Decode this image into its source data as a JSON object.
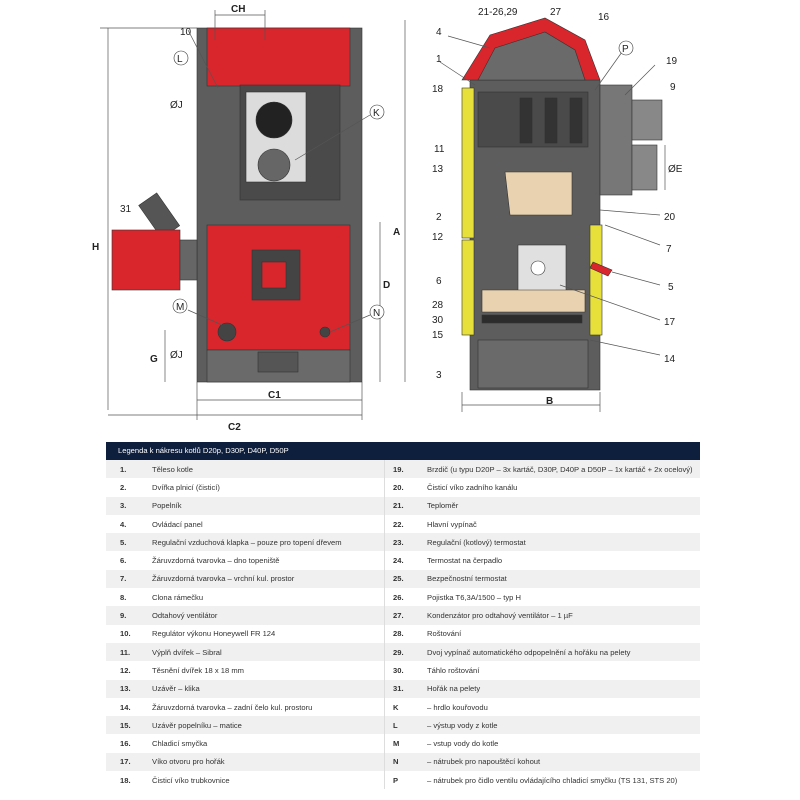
{
  "drawing": {
    "front_labels": {
      "CH": "CH",
      "n10": "10",
      "L": "L",
      "J_top": "ØJ",
      "K": "K",
      "H": "H",
      "A": "A",
      "D": "D",
      "n31": "31",
      "M": "M",
      "N": "N",
      "G": "G",
      "J_bottom": "ØJ",
      "C1": "C1",
      "C2": "C2"
    },
    "side_labels": {
      "n21_26_29": "21-26,29",
      "n27": "27",
      "n16": "16",
      "n4": "4",
      "P": "P",
      "n1": "1",
      "n19": "19",
      "n9": "9",
      "n18": "18",
      "n11": "11",
      "E": "ØE",
      "n13": "13",
      "n20": "20",
      "n2": "2",
      "n12": "12",
      "n7": "7",
      "n5": "5",
      "n6": "6",
      "n28": "28",
      "n17": "17",
      "n30": "30",
      "n15": "15",
      "n14": "14",
      "n3": "3",
      "B": "B"
    },
    "colors": {
      "red": "#d9262c",
      "gray": "#5d5d5d",
      "dark": "#3b3b3b",
      "yellow": "#e8e03a",
      "fireclay": "#e8d2b0"
    }
  },
  "legend": {
    "title": "Legenda k nákresu kotlů D20p, D30P, D40P, D50P",
    "rows": [
      {
        "n1": "1.",
        "t1": "Těleso kotle",
        "n2": "19.",
        "t2": "Brzdič (u typu D20P – 3x kartáč, D30P, D40P a D50P – 1x kartáč + 2x ocelový)"
      },
      {
        "n1": "2.",
        "t1": "Dvířka plnicí (čisticí)",
        "n2": "20.",
        "t2": "Čisticí víko zadního kanálu"
      },
      {
        "n1": "3.",
        "t1": "Popelník",
        "n2": "21.",
        "t2": "Teploměr"
      },
      {
        "n1": "4.",
        "t1": "Ovládací panel",
        "n2": "22.",
        "t2": "Hlavní vypínač"
      },
      {
        "n1": "5.",
        "t1": "Regulační vzduchová klapka – pouze pro topení dřevem",
        "n2": "23.",
        "t2": "Regulační (kotlový) termostat"
      },
      {
        "n1": "6.",
        "t1": "Žáruvzdorná tvarovka – dno topeniště",
        "n2": "24.",
        "t2": "Termostat na čerpadlo"
      },
      {
        "n1": "7.",
        "t1": "Žáruvzdorná tvarovka – vrchní kul. prostor",
        "n2": "25.",
        "t2": "Bezpečnostní termostat"
      },
      {
        "n1": "8.",
        "t1": "Clona rámečku",
        "n2": "26.",
        "t2": "Pojistka T6,3A/1500 – typ H"
      },
      {
        "n1": "9.",
        "t1": "Odtahový ventilátor",
        "n2": "27.",
        "t2": "Kondenzátor pro odtahový ventilátor – 1 µF"
      },
      {
        "n1": "10.",
        "t1": "Regulátor výkonu Honeywell FR 124",
        "n2": "28.",
        "t2": "Roštování"
      },
      {
        "n1": "11.",
        "t1": "Výplň dvířek – Sibral",
        "n2": "29.",
        "t2": "Dvoj vypínač automatického odpopelnění a hořáku na pelety"
      },
      {
        "n1": "12.",
        "t1": "Těsnění dvířek 18 x 18 mm",
        "n2": "30.",
        "t2": "Táhlo roštování"
      },
      {
        "n1": "13.",
        "t1": "Uzávěr – klika",
        "n2": "31.",
        "t2": "Hořák na pelety"
      },
      {
        "n1": "14.",
        "t1": "Žáruvzdorná tvarovka – zadní čelo kul. prostoru",
        "n2": "K",
        "t2": "– hrdlo kouřovodu"
      },
      {
        "n1": "15.",
        "t1": "Uzávěr popelníku – matice",
        "n2": "L",
        "t2": "– výstup vody z kotle"
      },
      {
        "n1": "16.",
        "t1": "Chladicí smyčka",
        "n2": "M",
        "t2": "– vstup vody do kotle"
      },
      {
        "n1": "17.",
        "t1": "Víko otvoru pro hořák",
        "n2": "N",
        "t2": "– nátrubek pro napouštěcí kohout"
      },
      {
        "n1": "18.",
        "t1": "Čisticí víko trubkovnice",
        "n2": "P",
        "t2": "– nátrubek pro čidlo ventilu ovládajícího chladicí smyčku (TS 131, STS 20)"
      }
    ]
  }
}
